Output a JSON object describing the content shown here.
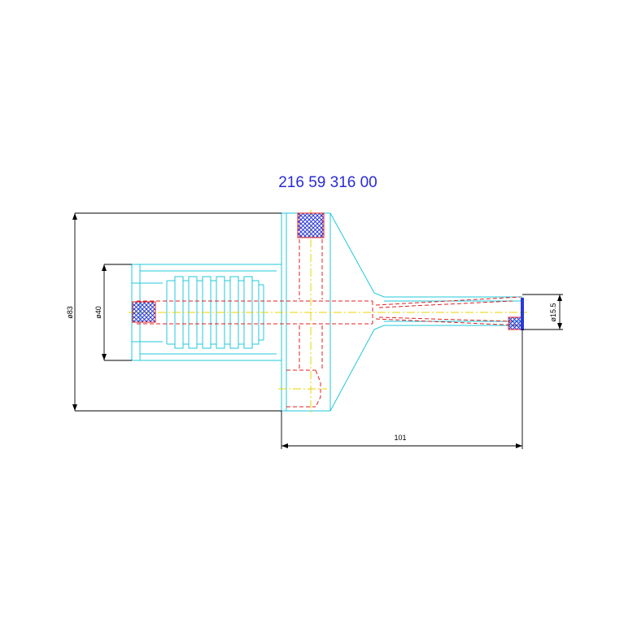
{
  "drawing": {
    "part_number": "216 59 316 00",
    "dimensions": {
      "outer_diameter": "ø83",
      "shank_diameter": "ø40",
      "tip_diameter": "ø15.5",
      "length": "101"
    }
  },
  "colors": {
    "outline": "#22c8d8",
    "hidden_lines": "#e02020",
    "center_lines": "#e8d400",
    "part_number": "#2a2ad8",
    "dimensions": "#000000",
    "hatch": "#2a3ad8"
  }
}
